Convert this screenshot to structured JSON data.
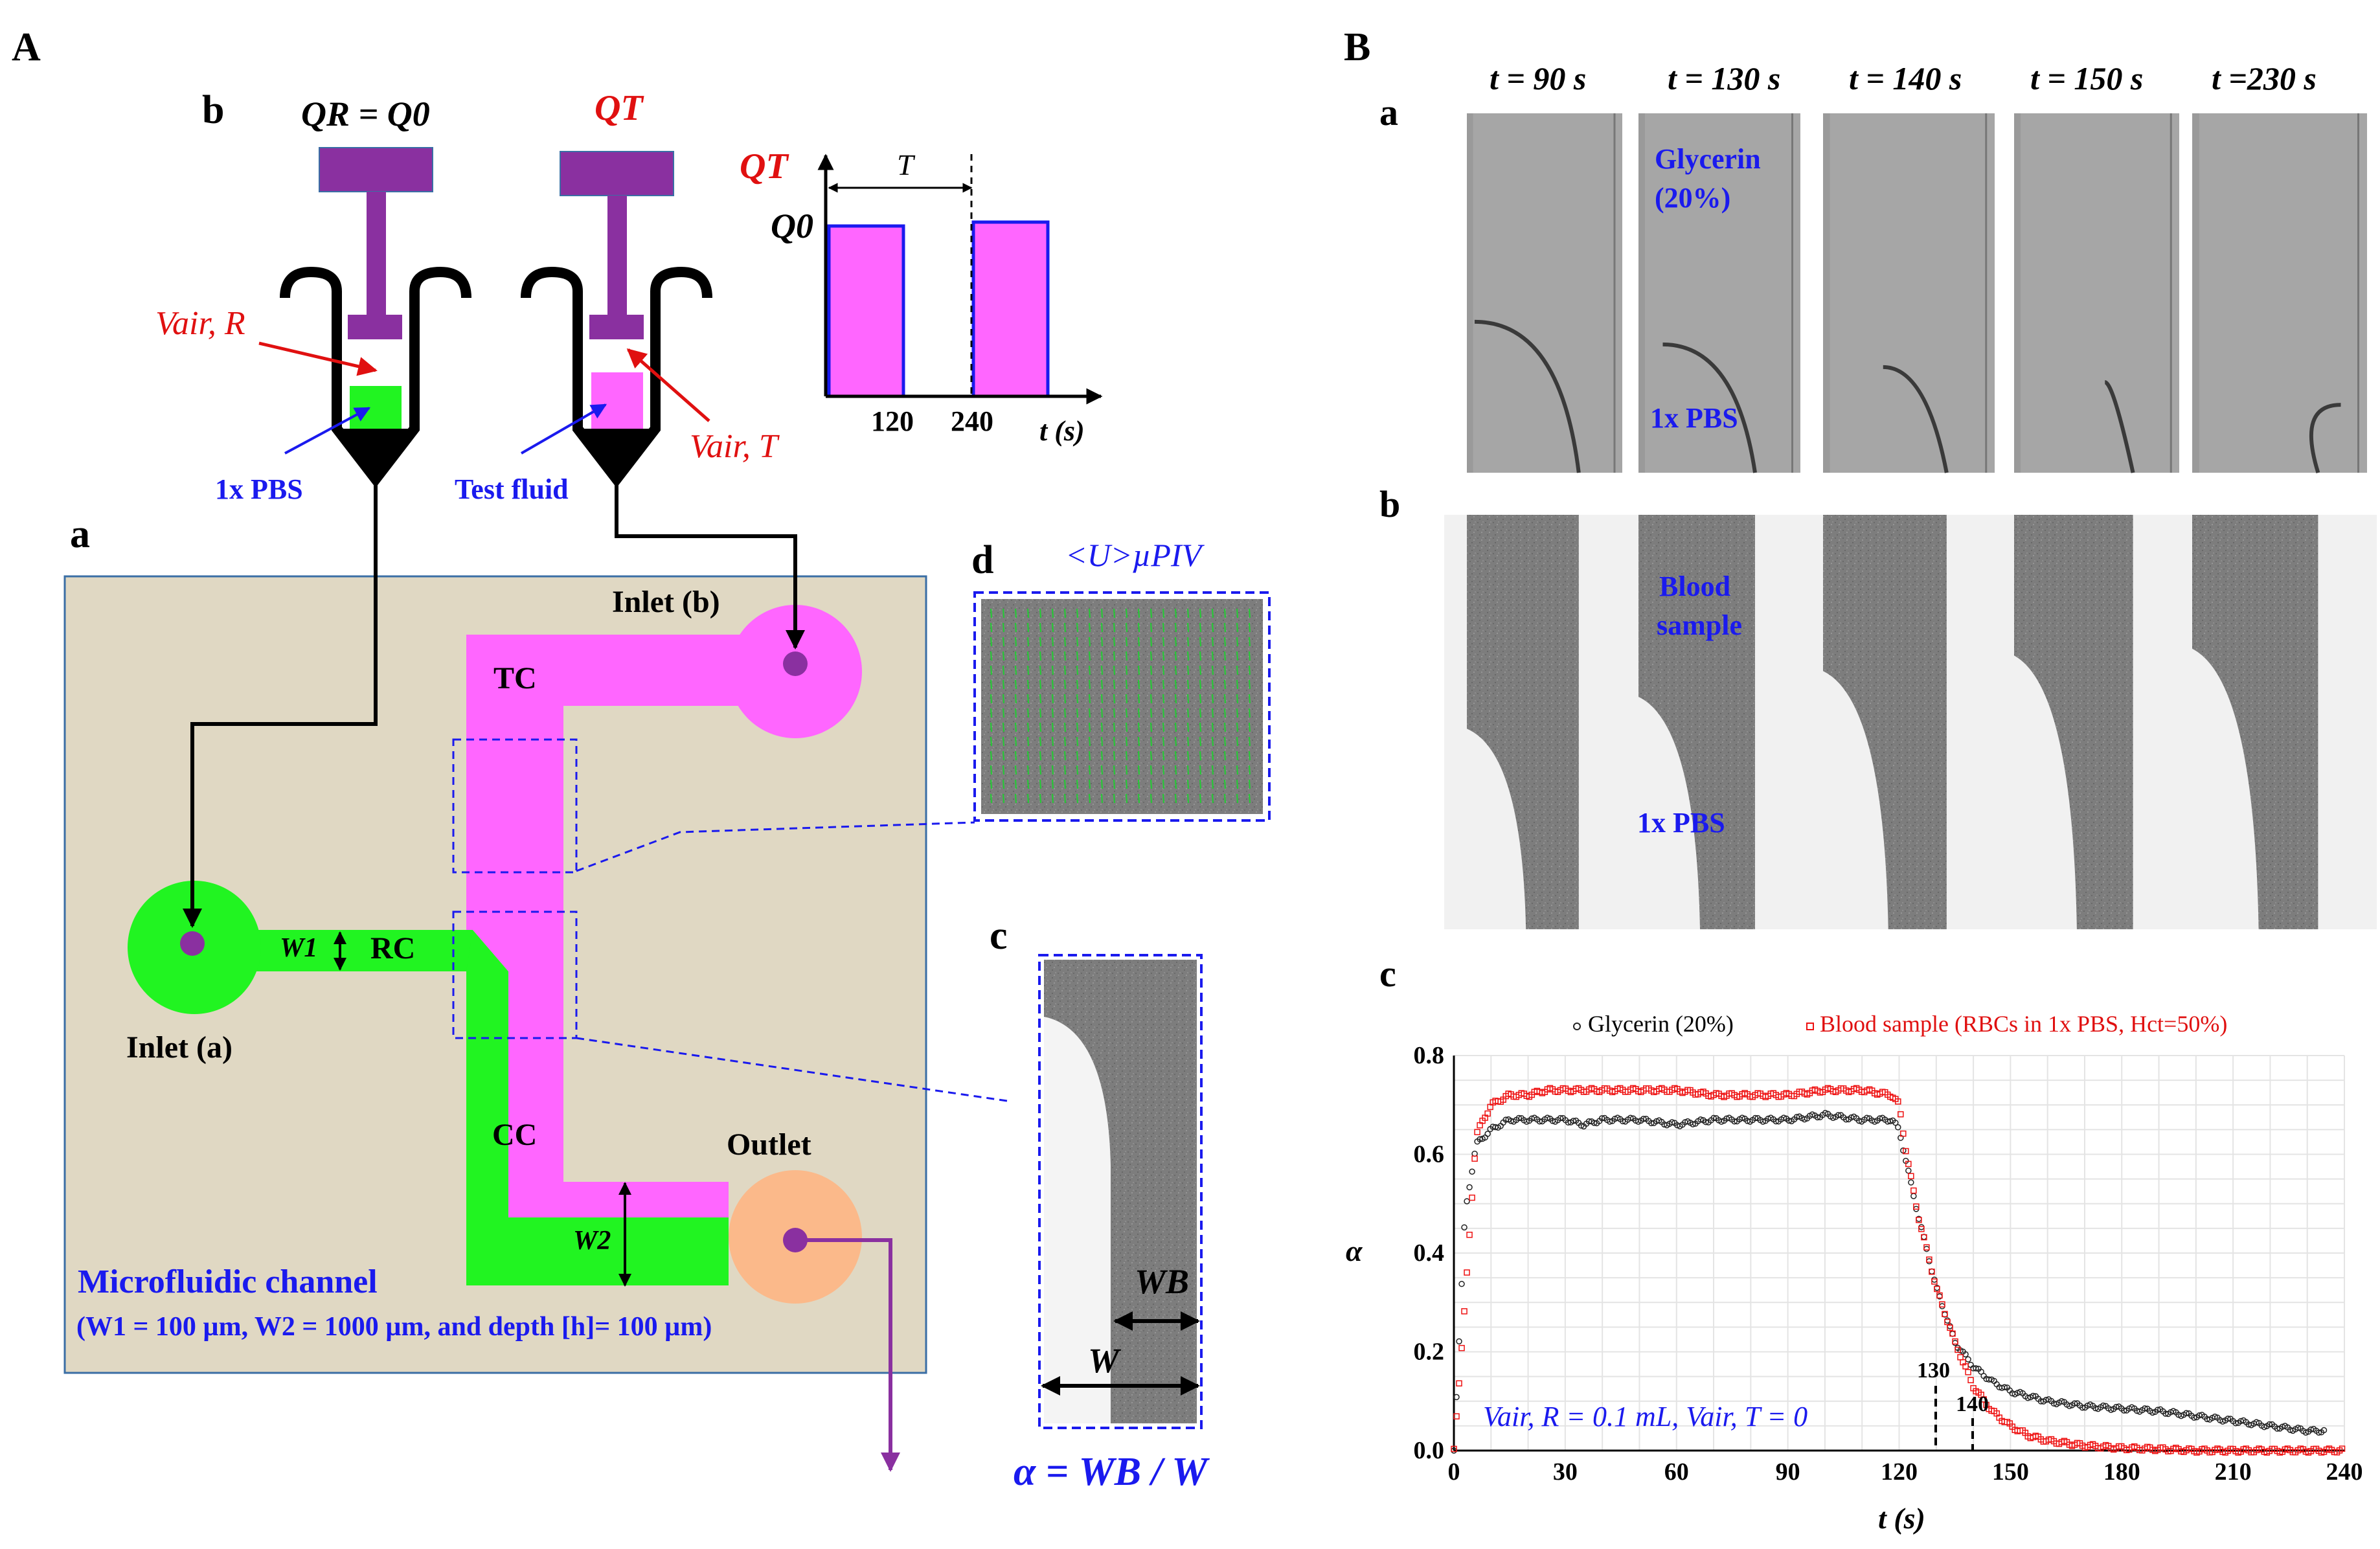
{
  "panel_A": {
    "label": "A",
    "sub_b": "b",
    "sub_a": "a",
    "sub_c": "c",
    "sub_d": "d",
    "QR_Q0": "QR = Q0",
    "QT": "QT",
    "Vair_R": "Vair, R",
    "Vair_T": "Vair, T",
    "pbs": "1x PBS",
    "test_fluid": "Test fluid",
    "inlet_b": "Inlet (b)",
    "inlet_a": "Inlet (a)",
    "outlet": "Outlet",
    "TC": "TC",
    "RC": "RC",
    "CC": "CC",
    "W1": "W1",
    "W2": "W2",
    "micro_title": "Microfluidic channel",
    "micro_spec": "(W1 = 100 µm, W2 = 1000 µm, and depth [h]= 100 µm)",
    "upiv": "<U>µPIV",
    "WB": "WB",
    "W": "W",
    "alpha_eq": "α = WB / W",
    "colors": {
      "tan": "#e0d8c3",
      "green": "#21f421",
      "magenta": "#ff66ff",
      "purple": "#8a30a0",
      "peach": "#fbb98a",
      "blue": "#1a1aee",
      "red": "#e01010"
    }
  },
  "pulse_chart": {
    "QT": "QT",
    "Q0": "Q0",
    "T": "T",
    "t120": "120",
    "t240": "240",
    "xlabel": "t (s)"
  },
  "panel_B": {
    "label": "B",
    "sub_a": "a",
    "sub_b": "b",
    "sub_c": "c",
    "times": [
      "t = 90 s",
      "t = 130 s",
      "t = 140 s",
      "t = 150 s",
      "t =230 s"
    ],
    "glycerin": "Glycerin",
    "glycerin_pct": "(20%)",
    "pbs_a": "1x PBS",
    "blood": "Blood",
    "sample": "sample",
    "pbs_b": "1x PBS"
  },
  "chart_data": {
    "type": "scatter",
    "xlabel": "t (s)",
    "ylabel": "α",
    "xlim": [
      0,
      240
    ],
    "ylim": [
      0,
      0.8
    ],
    "x_ticks": [
      "0",
      "30",
      "60",
      "90",
      "120",
      "150",
      "180",
      "210",
      "240"
    ],
    "y_ticks": [
      "0.0",
      "0.2",
      "0.4",
      "0.6",
      "0.8"
    ],
    "grid": true,
    "legend_placement": "top",
    "annotations": [
      "130",
      "140"
    ],
    "note": "Vair, R = 0.1 mL, Vair, T = 0",
    "series": [
      {
        "name": "Glycerin (20%)",
        "color": "#222222",
        "marker": "circle-open",
        "x": [
          0,
          3,
          6,
          10,
          15,
          20,
          25,
          30,
          35,
          40,
          50,
          60,
          70,
          80,
          90,
          100,
          110,
          118,
          120,
          122,
          125,
          130,
          135,
          140,
          145,
          150,
          160,
          170,
          180,
          190,
          200,
          210,
          220,
          230,
          235
        ],
        "y": [
          0.0,
          0.48,
          0.62,
          0.65,
          0.67,
          0.67,
          0.67,
          0.67,
          0.66,
          0.67,
          0.67,
          0.66,
          0.67,
          0.67,
          0.67,
          0.68,
          0.67,
          0.67,
          0.65,
          0.58,
          0.48,
          0.33,
          0.22,
          0.17,
          0.14,
          0.12,
          0.1,
          0.09,
          0.085,
          0.08,
          0.07,
          0.06,
          0.05,
          0.04,
          0.04
        ]
      },
      {
        "name": "Blood sample (RBCs in 1x PBS, Hct=50%)",
        "color": "#ee1111",
        "marker": "square-open",
        "x": [
          0,
          3,
          6,
          10,
          15,
          20,
          25,
          30,
          40,
          50,
          60,
          70,
          80,
          90,
          100,
          110,
          118,
          120,
          122,
          125,
          130,
          135,
          140,
          145,
          150,
          155,
          160,
          170,
          180,
          190,
          200,
          210,
          220,
          230,
          240
        ],
        "y": [
          0.0,
          0.3,
          0.64,
          0.7,
          0.72,
          0.72,
          0.73,
          0.73,
          0.73,
          0.73,
          0.73,
          0.72,
          0.72,
          0.72,
          0.73,
          0.73,
          0.72,
          0.7,
          0.6,
          0.48,
          0.33,
          0.22,
          0.13,
          0.08,
          0.05,
          0.03,
          0.02,
          0.01,
          0.005,
          0.003,
          0.0,
          0.0,
          0.0,
          0.0,
          0.0
        ]
      }
    ]
  }
}
